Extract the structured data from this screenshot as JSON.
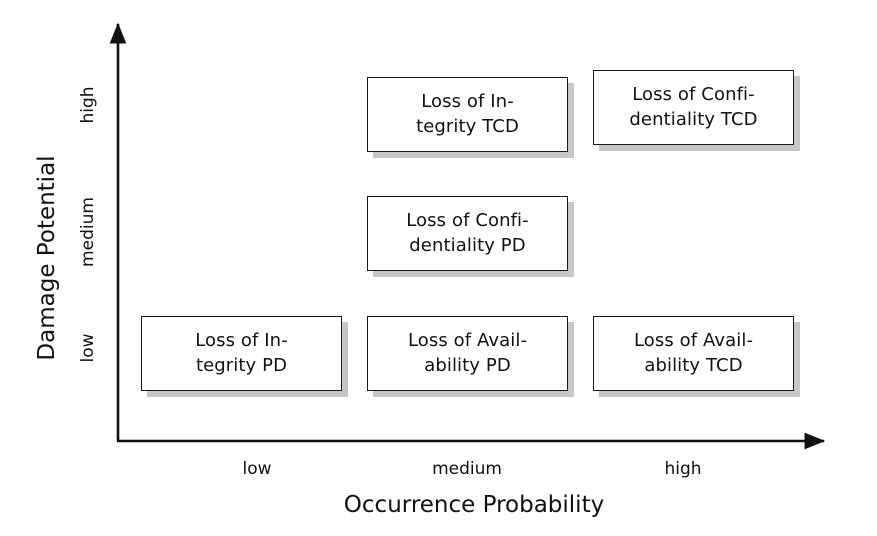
{
  "chart_data": {
    "type": "heatmap",
    "title": "",
    "xlabel": "Occurrence Probability",
    "ylabel": "Damage Potential",
    "x_categories": [
      "low",
      "medium",
      "high"
    ],
    "y_categories": [
      "low",
      "medium",
      "high"
    ],
    "grid": false,
    "legend": "none",
    "accent_color": "#111111",
    "shadow_color": "#c6c6c6",
    "box_border_color": "#1a1a1a",
    "box_fill_color": "#ffffff",
    "cells": [
      {
        "x_category": "medium",
        "y_category": "high",
        "label": "Loss of In-\ntegrity TCD",
        "name": "cell-integrity-tcd"
      },
      {
        "x_category": "high",
        "y_category": "high",
        "label": "Loss of Confi-\ndentiality TCD",
        "name": "cell-confidentiality-tcd"
      },
      {
        "x_category": "medium",
        "y_category": "medium",
        "label": "Loss of Confi-\ndentiality PD",
        "name": "cell-confidentiality-pd"
      },
      {
        "x_category": "low",
        "y_category": "low",
        "label": "Loss of In-\ntegrity PD",
        "name": "cell-integrity-pd"
      },
      {
        "x_category": "medium",
        "y_category": "low",
        "label": "Loss of Avail-\nability PD",
        "name": "cell-availability-pd"
      },
      {
        "x_category": "high",
        "y_category": "low",
        "label": "Loss of Avail-\nability TCD",
        "name": "cell-availability-tcd"
      }
    ]
  },
  "axes": {
    "x_title": "Occurrence Probability",
    "y_title": "Damage Potential",
    "x_ticks": [
      "low",
      "medium",
      "high"
    ],
    "y_ticks": [
      "low",
      "medium",
      "high"
    ]
  },
  "cells": {
    "integrity_tcd": "Loss of In-\ntegrity TCD",
    "confidentiality_tcd": "Loss of Confi-\ndentiality TCD",
    "confidentiality_pd": "Loss of Confi-\ndentiality PD",
    "integrity_pd": "Loss of In-\ntegrity PD",
    "availability_pd": "Loss of Avail-\nability PD",
    "availability_tcd": "Loss of Avail-\nability TCD"
  }
}
